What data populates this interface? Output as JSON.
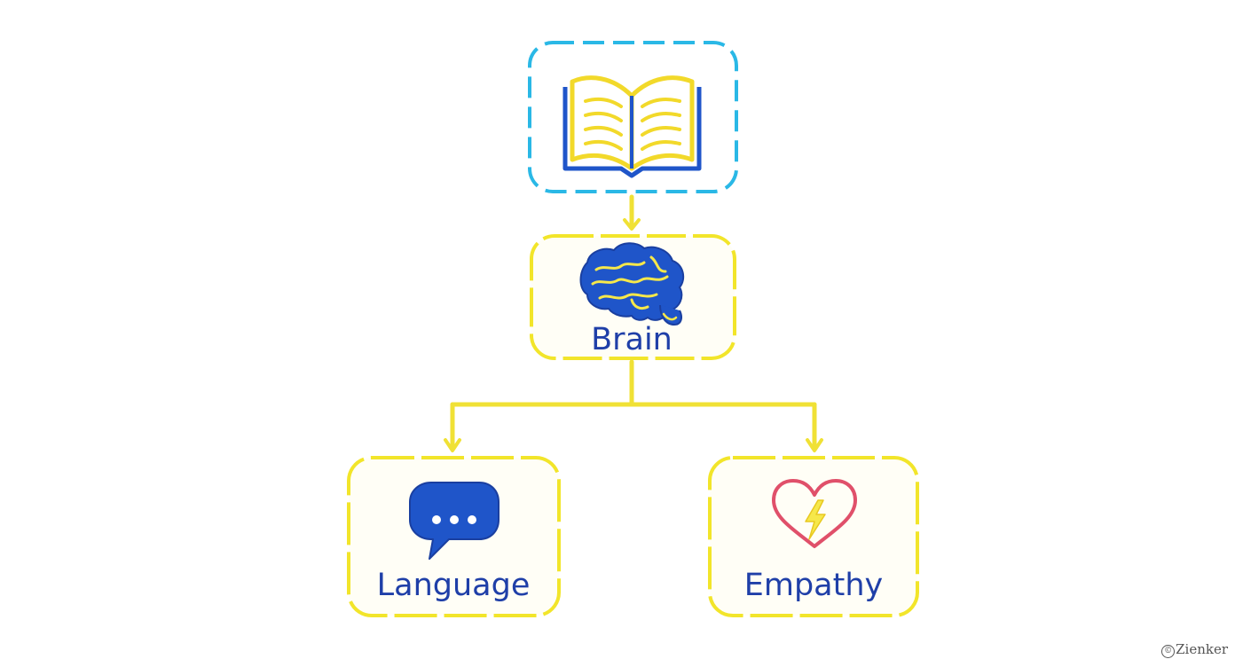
{
  "colors": {
    "node_border_top": "#2ab8e6",
    "node_border": "#f2e52a",
    "connector": "#f0e135",
    "icon_blue": "#1f55c9",
    "icon_yellow": "#f6e84a",
    "heart_red": "#e0506a",
    "label_text": "#1f3fa8"
  },
  "nodes": {
    "top": {
      "icon": "open-book-icon"
    },
    "brain": {
      "label": "Brain",
      "icon": "brain-icon"
    },
    "language": {
      "label": "Language",
      "icon": "chat-bubble-icon"
    },
    "empathy": {
      "label": "Empathy",
      "icon": "heart-icon"
    }
  },
  "watermark": {
    "text": "Zienker",
    "symbol": "©"
  }
}
